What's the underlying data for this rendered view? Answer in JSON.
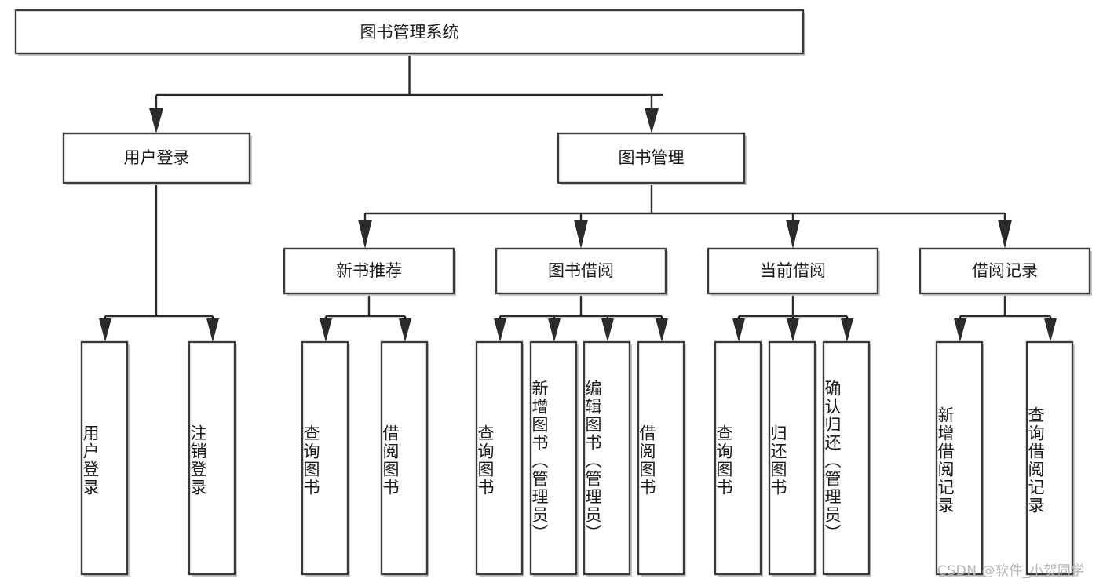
{
  "diagram": {
    "type": "tree",
    "title": "图书管理系统",
    "watermark": "CSDN @软件_小贺同学",
    "colors": {
      "box_stroke": "#3a3a3a",
      "box_fill": "#ffffff",
      "connector": "#2b2b2b",
      "watermark": "#b4b4b4",
      "background": "#ffffff"
    },
    "root": {
      "label": "图书管理系统"
    },
    "level2": [
      {
        "label": "用户登录"
      },
      {
        "label": "图书管理"
      }
    ],
    "level3": [
      {
        "label": "新书推荐"
      },
      {
        "label": "图书借阅"
      },
      {
        "label": "当前借阅"
      },
      {
        "label": "借阅记录"
      }
    ],
    "leaves": {
      "user_login": [
        {
          "label": "用户登录"
        },
        {
          "label": "注销登录"
        }
      ],
      "new_book_recommend": [
        {
          "label": "查询图书"
        },
        {
          "label": "借阅图书"
        }
      ],
      "book_borrow": [
        {
          "label": "查询图书"
        },
        {
          "label": "新增图书（管理员）"
        },
        {
          "label": "编辑图书（管理员）"
        },
        {
          "label": "借阅图书"
        }
      ],
      "current_borrow": [
        {
          "label": "查询图书"
        },
        {
          "label": "归还图书"
        },
        {
          "label": "确认归还（管理员）"
        }
      ],
      "borrow_record": [
        {
          "label": "新增借阅记录"
        },
        {
          "label": "查询借阅记录"
        }
      ]
    }
  }
}
